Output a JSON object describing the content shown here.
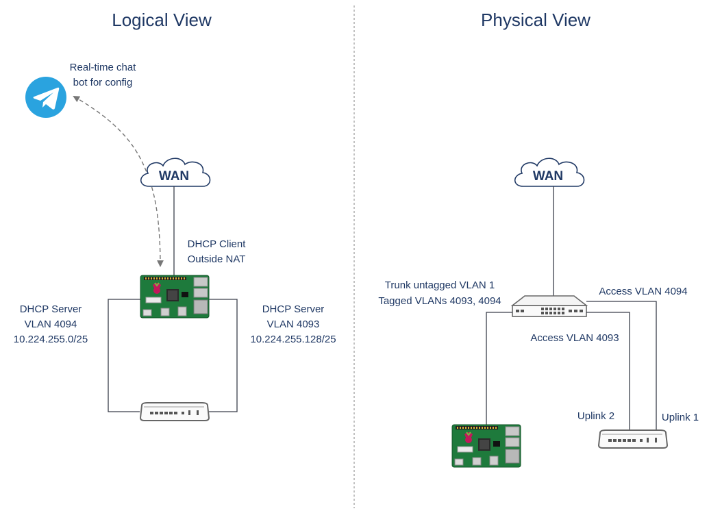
{
  "titles": {
    "logical": "Logical View",
    "physical": "Physical View"
  },
  "logical": {
    "chatbot": {
      "line1": "Real-time chat",
      "line2": "bot for config",
      "icon": "telegram-icon"
    },
    "wan": "WAN",
    "dhcp_client": {
      "line1": "DHCP Client",
      "line2": "Outside NAT"
    },
    "dhcp_left": {
      "line1": "DHCP Server",
      "line2": "VLAN 4094",
      "line3": "10.224.255.0/25"
    },
    "dhcp_right": {
      "line1": "DHCP Server",
      "line2": "VLAN 4093",
      "line3": "10.224.255.128/25"
    }
  },
  "physical": {
    "wan": "WAN",
    "trunk": {
      "line1": "Trunk untagged VLAN 1",
      "line2": "Tagged VLANs 4093, 4094"
    },
    "access_4094": "Access VLAN 4094",
    "access_4093": "Access VLAN 4093",
    "uplink2": "Uplink 2",
    "uplink1": "Uplink 1"
  },
  "colors": {
    "text": "#1f3864",
    "telegram": "#2aa3df",
    "board_green": "#1e7a3c",
    "divider": "#9a9a9a"
  }
}
